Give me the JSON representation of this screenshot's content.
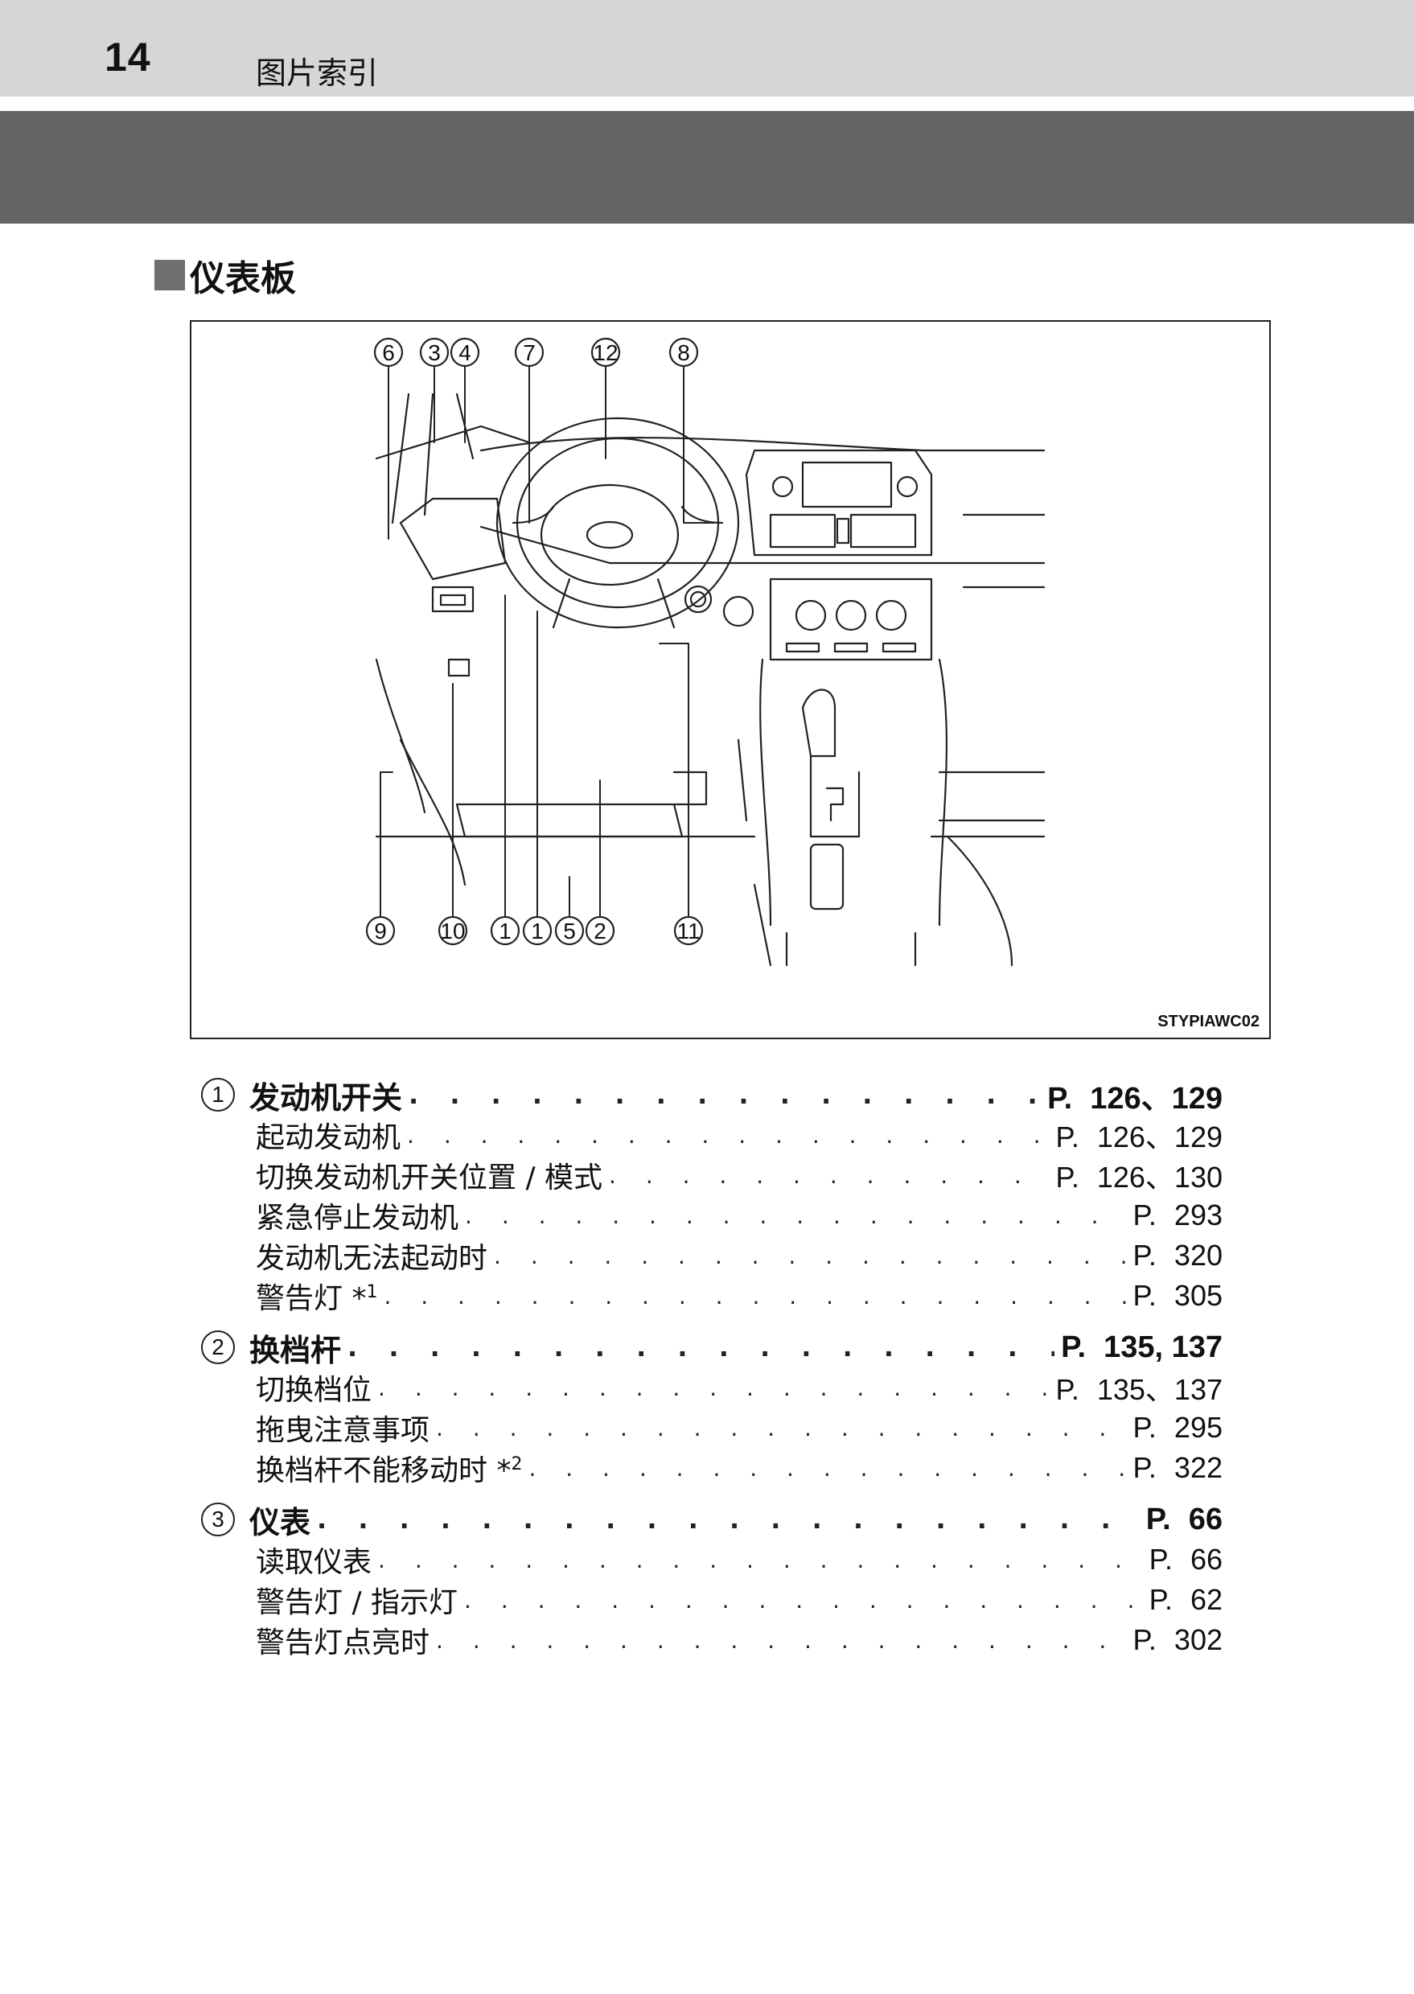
{
  "header": {
    "page_number": "14",
    "running_title": "图片索引"
  },
  "section": {
    "title": "仪表板"
  },
  "figure": {
    "code": "STYPIAWC02",
    "top_callouts": [
      "6",
      "3",
      "4",
      "7",
      "12",
      "8"
    ],
    "bottom_callouts": [
      "9",
      "10",
      "1",
      "1",
      "5",
      "2",
      "11"
    ]
  },
  "index": [
    {
      "num": "1",
      "title": "发动机开关",
      "ref_p": "P.",
      "ref_pages": "126、129",
      "items": [
        {
          "label": "起动发动机",
          "sup": "",
          "p": "P.",
          "pages": "126、129"
        },
        {
          "label": "切换发动机开关位置 / 模式",
          "sup": "",
          "p": "P.",
          "pages": "126、130"
        },
        {
          "label": "紧急停止发动机",
          "sup": "",
          "p": "P.",
          "pages": "293"
        },
        {
          "label": "发动机无法起动时",
          "sup": "",
          "p": "P.",
          "pages": "320"
        },
        {
          "label": "警告灯 *",
          "sup": "1",
          "p": "P.",
          "pages": "305"
        }
      ]
    },
    {
      "num": "2",
      "title": "换档杆",
      "ref_p": "P.",
      "ref_pages": "135, 137",
      "items": [
        {
          "label": "切换档位",
          "sup": "",
          "p": "P.",
          "pages": "135、137"
        },
        {
          "label": "拖曳注意事项",
          "sup": "",
          "p": "P.",
          "pages": "295"
        },
        {
          "label": "换档杆不能移动时 *",
          "sup": "2",
          "p": "P.",
          "pages": "322"
        }
      ]
    },
    {
      "num": "3",
      "title": "仪表",
      "ref_p": "P.",
      "ref_pages": "66",
      "items": [
        {
          "label": "读取仪表",
          "sup": "",
          "p": "P.",
          "pages": "66"
        },
        {
          "label": "警告灯 / 指示灯",
          "sup": "",
          "p": "P.",
          "pages": "62"
        },
        {
          "label": "警告灯点亮时",
          "sup": "",
          "p": "P.",
          "pages": "302"
        }
      ]
    }
  ]
}
